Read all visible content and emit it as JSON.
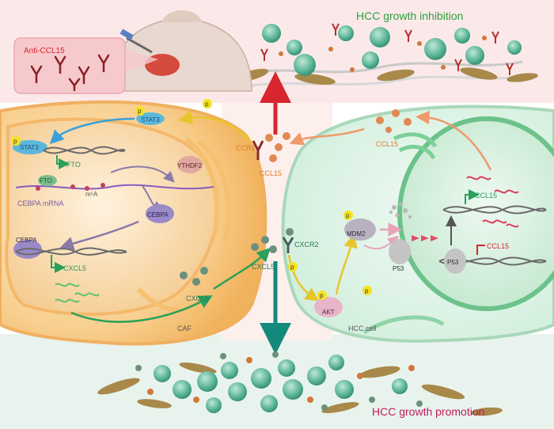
{
  "titles": {
    "inhibition": "HCC growth inhibition",
    "promotion": "HCC growth promotion"
  },
  "inset": {
    "antibody_label": "Anti-CCL15"
  },
  "labels": {
    "stat3_top": "STAT3",
    "p_top_1": "p",
    "p_top_2": "p",
    "ccr1": "CCR1",
    "ccl15_center": "CCL15",
    "ccl15_right": "CCL15",
    "p_stat3": "p",
    "stat3_nucleus": "STAT3",
    "fto_gene": "FTO",
    "fto_protein": "FTO",
    "m6a": "m⁶A",
    "ythdf2": "YTHDF2",
    "cebpa_mrna": "CEBPA mRNA",
    "cebpa_protein": "CEBPA",
    "cebpa_dna": "CEBPA",
    "cxcl5_gene": "CXCL5",
    "cxcl5_secreted": "CXCL5",
    "cxcl5_center": "CXCL5",
    "cxcr2": "CXCR2",
    "p_cxcr2": "p",
    "p_akt": "p",
    "akt": "AKT",
    "p_mdm2": "p",
    "mdm2": "MDM2",
    "p_lower": "p",
    "p53_cyto": "P53",
    "p53_nucleus": "P53",
    "ccl15_gene_up": "CCL15",
    "ccl15_gene_down": "CCL15",
    "caf": "CAF",
    "hcc_cell": "HCC cell"
  },
  "colors": {
    "green_title": "#2e9e3e",
    "magenta_title": "#c0185a",
    "orange_label": "#e07a2a",
    "blue_label": "#3a6fb0",
    "green_label": "#2a9a5a",
    "purple_label": "#7a5aa8",
    "red_arrow": "#d8262e",
    "teal_arrow": "#138a7c"
  }
}
